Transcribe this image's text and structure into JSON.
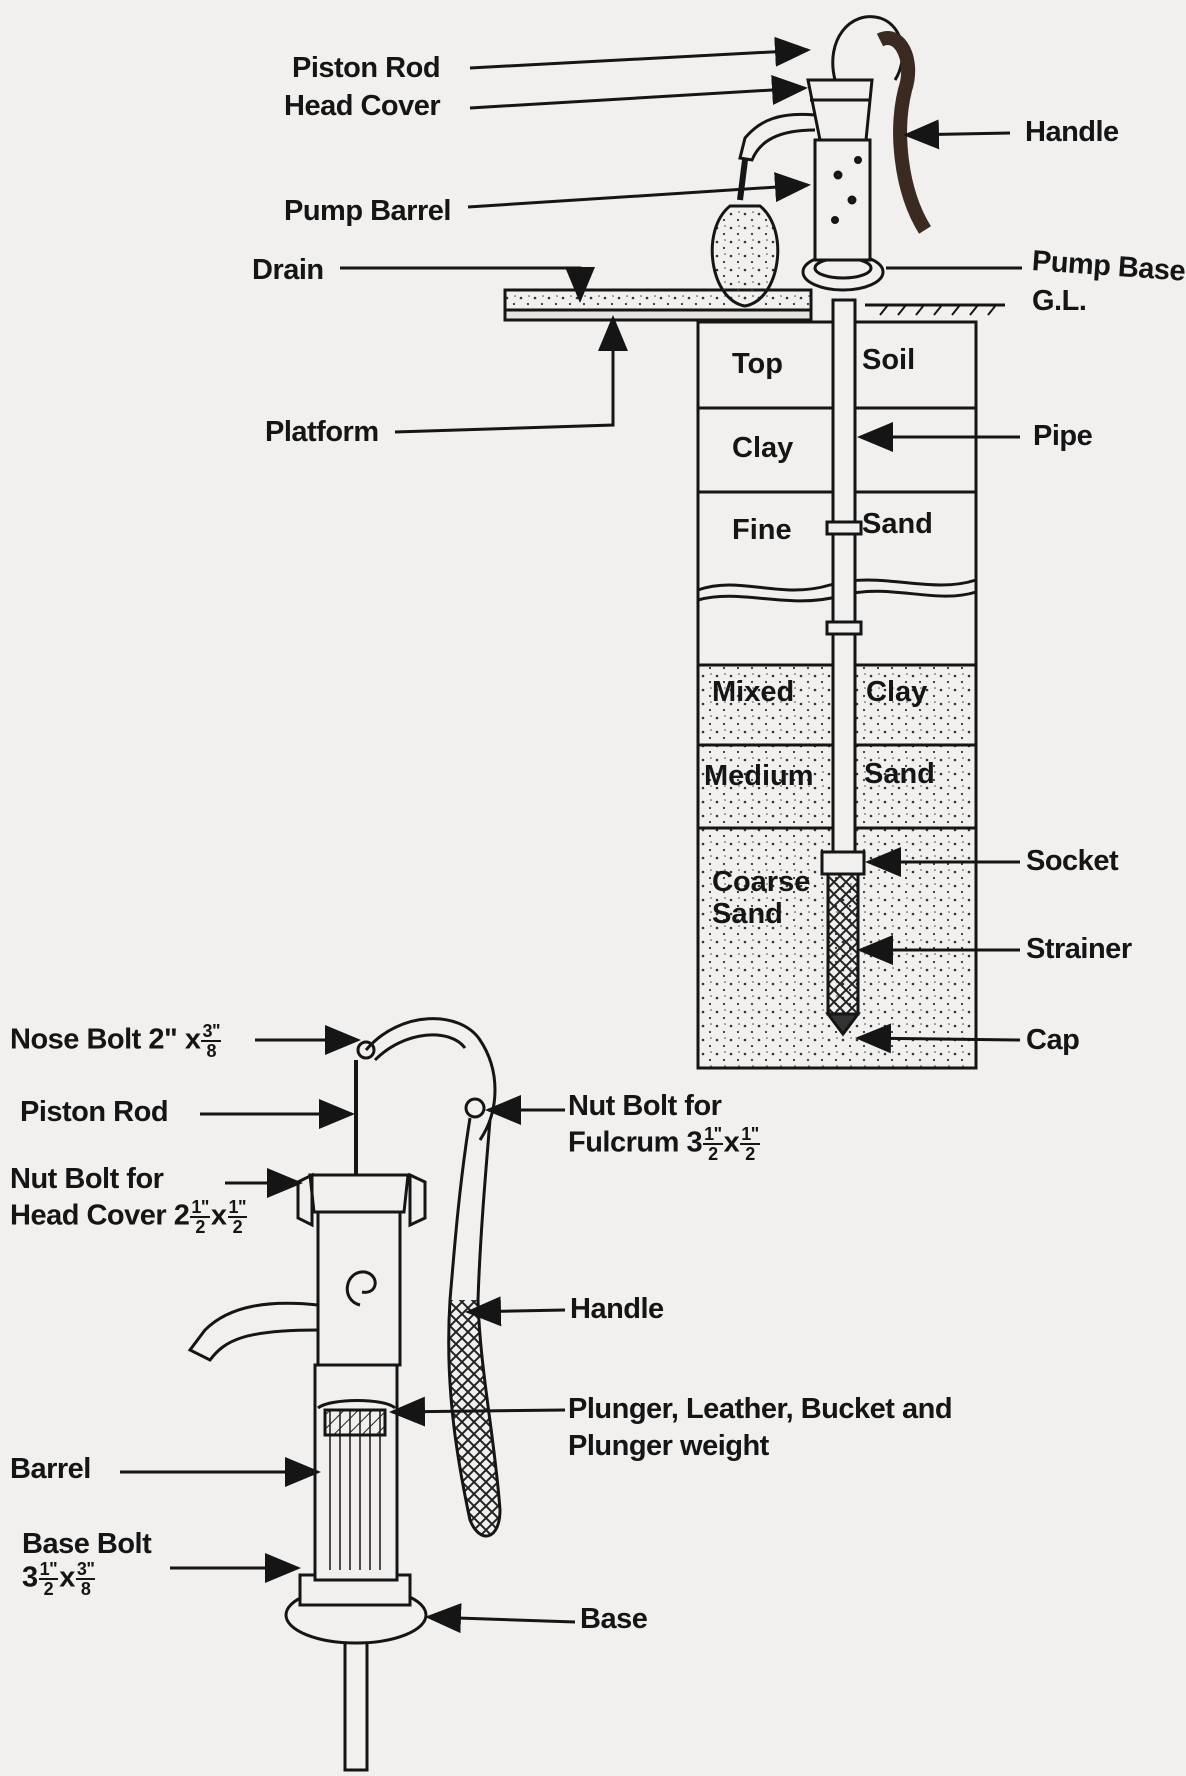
{
  "top_diagram": {
    "labels": {
      "piston_rod": "Piston Rod",
      "head_cover": "Head Cover",
      "handle": "Handle",
      "pump_barrel": "Pump Barrel",
      "drain": "Drain",
      "pump_base": "Pump Base",
      "gl": "G.L.",
      "platform": "Platform",
      "pipe": "Pipe",
      "socket": "Socket",
      "strainer": "Strainer",
      "cap": "Cap"
    },
    "soil_layers": [
      {
        "left": "Top",
        "right": "Soil"
      },
      {
        "left": "Clay",
        "right": ""
      },
      {
        "left": "Fine",
        "right": "Sand"
      },
      {
        "left": "Mixed",
        "right": "Clay"
      },
      {
        "left": "Medium",
        "right": "Sand"
      },
      {
        "left": "Coarse",
        "left2": "Sand",
        "right": ""
      }
    ]
  },
  "bottom_diagram": {
    "labels": {
      "nose_bolt": "Nose Bolt 2\" x",
      "nose_bolt_frac": [
        "3\"",
        "8"
      ],
      "piston_rod": "Piston Rod",
      "nut_bolt_head_1": "Nut Bolt for",
      "nut_bolt_head_2": "Head Cover 2",
      "nut_bolt_head_frac1": [
        "1\"",
        "2"
      ],
      "nut_bolt_head_x": "x",
      "nut_bolt_head_frac2": [
        "1\"",
        "2"
      ],
      "nut_bolt_fulcrum_1": "Nut Bolt for",
      "nut_bolt_fulcrum_2": "Fulcrum 3",
      "nut_bolt_fulcrum_frac1": [
        "1\"",
        "2"
      ],
      "nut_bolt_fulcrum_x": "x",
      "nut_bolt_fulcrum_frac2": [
        "1\"",
        "2"
      ],
      "handle": "Handle",
      "plunger_1": "Plunger, Leather, Bucket and",
      "plunger_2": "Plunger weight",
      "barrel": "Barrel",
      "base_bolt_1": "Base Bolt",
      "base_bolt_2": "3",
      "base_bolt_frac1": [
        "1\"",
        "2"
      ],
      "base_bolt_x": "x",
      "base_bolt_frac2": [
        "3\"",
        "8"
      ],
      "base": "Base"
    }
  }
}
